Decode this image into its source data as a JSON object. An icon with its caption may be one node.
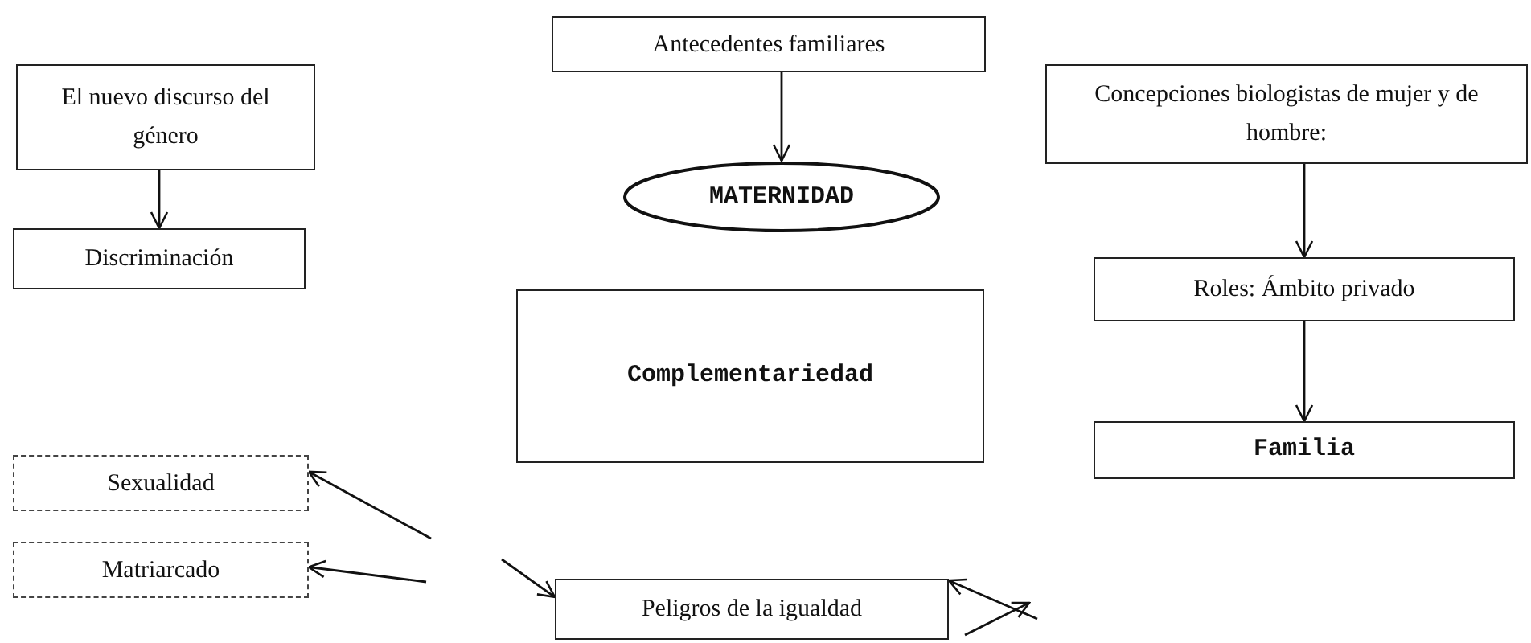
{
  "diagram": {
    "nodes": [
      {
        "text": [
          "El nuevo discurso del género"
        ]
      },
      {
        "text": [
          "Discriminación"
        ]
      },
      {
        "text": [
          "Sexualidad"
        ]
      },
      {
        "text": [
          "Matriarcado"
        ]
      },
      {
        "text": [
          "Antecedentes familiares"
        ]
      },
      {
        "text": [
          "MATERNIDAD"
        ]
      },
      {
        "text": [
          "Complementariedad"
        ]
      },
      {
        "text": [
          "Peligros de la igualdad"
        ]
      },
      {
        "text": [
          "Concepciones biologistas de mujer y de hombre:"
        ]
      },
      {
        "text": [
          "Roles: Ámbito privado"
        ]
      },
      {
        "text": [
          "Familia"
        ]
      }
    ],
    "edges": [
      {
        "from": 0,
        "to": 1,
        "arrow": "to"
      },
      {
        "from": 4,
        "to": 5,
        "arrow": "to"
      },
      {
        "from": 8,
        "to": 9,
        "arrow": "to"
      },
      {
        "from": 9,
        "to": 10,
        "arrow": "to"
      },
      {
        "from": null,
        "to": 2,
        "arrow": "to"
      },
      {
        "from": null,
        "to": 3,
        "arrow": "to"
      },
      {
        "from": null,
        "to": 7,
        "arrow": "to"
      },
      {
        "from": null,
        "to": 7,
        "arrow": "to"
      }
    ]
  }
}
